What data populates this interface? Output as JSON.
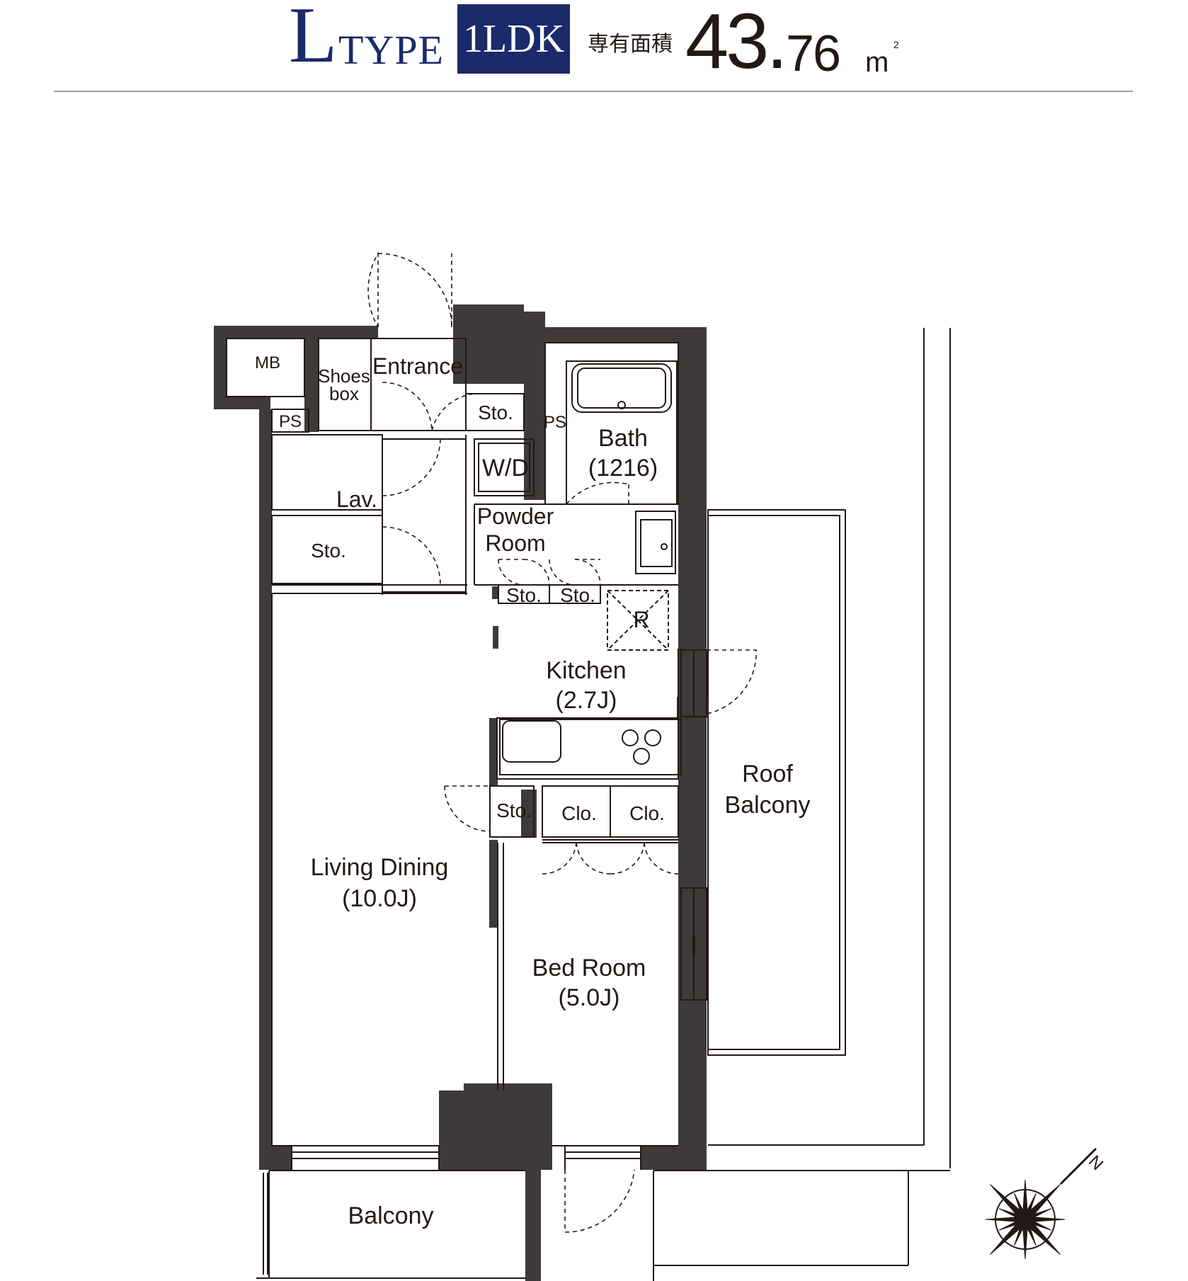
{
  "header": {
    "type_letter": "L",
    "type_word": "TYPE",
    "plan_type": "1LDK",
    "area_label": "専有面積",
    "area_integer": "43.",
    "area_decimal": "76",
    "area_unit": "m",
    "area_unit_sup": "2"
  },
  "rooms": {
    "mb": "MB",
    "ps_left": "PS",
    "shoes_box_1": "Shoes",
    "shoes_box_2": "box",
    "entrance": "Entrance",
    "sto_entrance": "Sto.",
    "ps_bath": "PS",
    "bath": "Bath",
    "bath_size": "(1216)",
    "wd": "W/D",
    "lav": "Lav.",
    "powder_room_1": "Powder",
    "powder_room_2": "Room",
    "sto_hall": "Sto.",
    "sto_small_1": "Sto.",
    "sto_small_2": "Sto.",
    "refrigerator": "R",
    "kitchen": "Kitchen",
    "kitchen_size": "(2.7J)",
    "roof_balcony_1": "Roof",
    "roof_balcony_2": "Balcony",
    "sto_bed": "Sto.",
    "clo_1": "Clo.",
    "clo_2": "Clo.",
    "living_dining": "Living Dining",
    "living_dining_size": "(10.0J)",
    "bed_room": "Bed Room",
    "bed_room_size": "(5.0J)",
    "balcony": "Balcony"
  },
  "compass": {
    "north": "N"
  },
  "colors": {
    "brand_navy": "#1b2a6b",
    "wall": "#3e3a39",
    "line": "#231815",
    "rule": "#9d9d9d"
  }
}
